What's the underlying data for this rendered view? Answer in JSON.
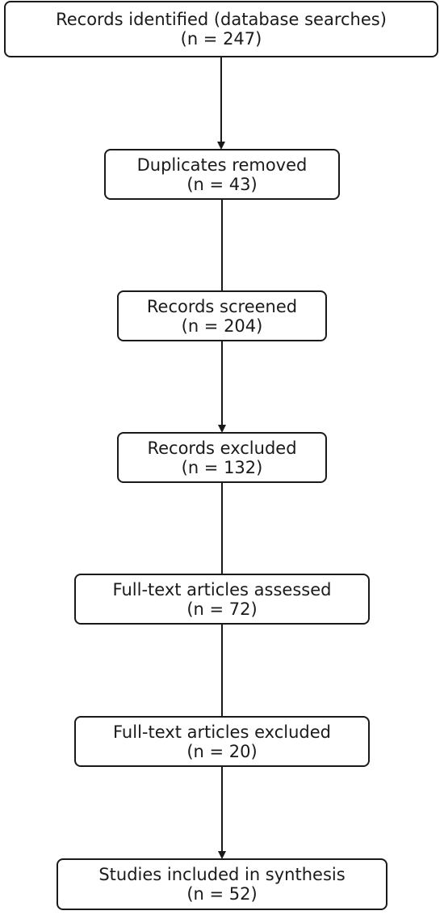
{
  "nodes": [
    {
      "id": "identified",
      "label": "Records identified (database searches)",
      "count": "(n = 247)"
    },
    {
      "id": "duplicates",
      "label": "Duplicates removed",
      "count": "(n = 43)"
    },
    {
      "id": "screened",
      "label": "Records screened",
      "count": "(n = 204)"
    },
    {
      "id": "excluded",
      "label": "Records excluded",
      "count": "(n = 132)"
    },
    {
      "id": "fulltext-assessed",
      "label": "Full-text articles assessed",
      "count": "(n = 72)"
    },
    {
      "id": "fulltext-excluded",
      "label": "Full-text articles excluded",
      "count": "(n = 20)"
    },
    {
      "id": "included",
      "label": "Studies included in synthesis",
      "count": "(n = 52)"
    }
  ],
  "edges": [
    {
      "from": "identified",
      "to": "duplicates",
      "arrow": true
    },
    {
      "from": "duplicates",
      "to": "screened",
      "arrow": false
    },
    {
      "from": "screened",
      "to": "excluded",
      "arrow": true
    },
    {
      "from": "excluded",
      "to": "fulltext-assessed",
      "arrow": false
    },
    {
      "from": "fulltext-assessed",
      "to": "fulltext-excluded",
      "arrow": false
    },
    {
      "from": "fulltext-excluded",
      "to": "included",
      "arrow": true
    }
  ],
  "colors": {
    "stroke": "#1a1a1a",
    "background": "#ffffff"
  }
}
